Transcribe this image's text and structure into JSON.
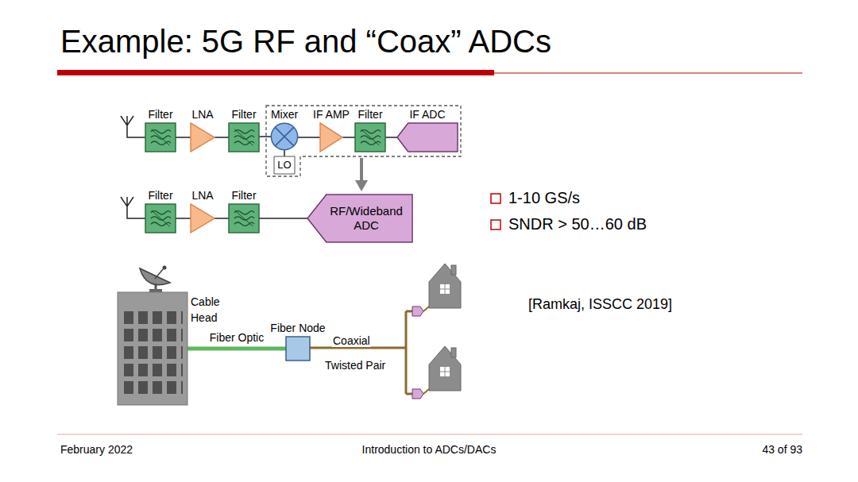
{
  "diagram": {
    "title": "Example: 5G RF and “Coax” ADCs",
    "nodes": [
      {
        "text": [
          "Filter"
        ]
      },
      {
        "text": [
          "LNA"
        ]
      },
      {
        "text": [
          "Filter"
        ]
      },
      {
        "text": [
          "Mixer"
        ]
      },
      {
        "text": [
          "LO"
        ]
      },
      {
        "text": [
          "IF AMP"
        ]
      },
      {
        "text": [
          "Filter"
        ]
      },
      {
        "text": [
          "IF ADC"
        ]
      },
      {
        "text": [
          "Filter"
        ]
      },
      {
        "text": [
          "LNA"
        ]
      },
      {
        "text": [
          "Filter"
        ]
      },
      {
        "text": [
          "RF/Wideband ADC"
        ]
      },
      {
        "text": [
          "Cable Head"
        ]
      },
      {
        "text": [
          "Fiber Node"
        ]
      }
    ],
    "edges": [
      {
        "from": 0,
        "to": 1,
        "arrow": "none"
      },
      {
        "from": 1,
        "to": 2,
        "arrow": "none"
      },
      {
        "from": 2,
        "to": 3,
        "arrow": "none"
      },
      {
        "from": 4,
        "to": 3,
        "arrow": "none"
      },
      {
        "from": 3,
        "to": 5,
        "arrow": "none"
      },
      {
        "from": 5,
        "to": 6,
        "arrow": "none"
      },
      {
        "from": 6,
        "to": 7,
        "arrow": "none"
      },
      {
        "from": 8,
        "to": 9,
        "arrow": "none"
      },
      {
        "from": 9,
        "to": 10,
        "arrow": "none"
      },
      {
        "from": 10,
        "to": 11,
        "arrow": "none"
      },
      {
        "from": 12,
        "to": 13,
        "label": "Fiber Optic",
        "arrow": "none"
      }
    ],
    "labels": [
      "1-10 GS/s",
      "SNDR > 50…60 dB",
      "[Ramkaj, ISSCC 2019]",
      "Coaxial",
      "Twisted Pair",
      "February 2022",
      "Introduction to ADCs/DACs",
      "43 of 93"
    ]
  }
}
